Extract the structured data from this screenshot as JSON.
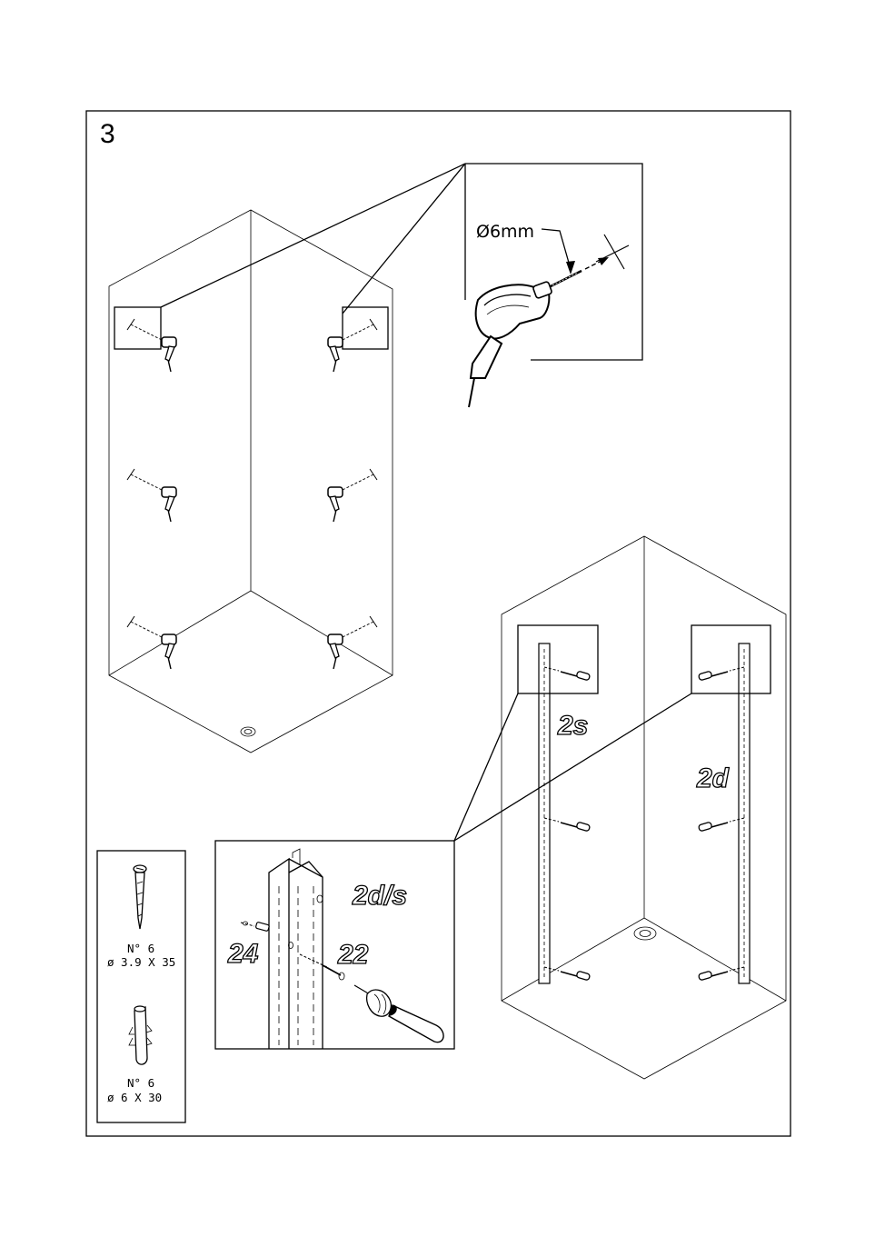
{
  "step": {
    "number": "3"
  },
  "drill": {
    "diameter_label": "Ø6mm"
  },
  "parts": {
    "upright_left": "2s",
    "upright_right": "2d",
    "upright_both": "2d/s",
    "dowel": "24",
    "screw": "22"
  },
  "hardware": [
    {
      "qty": "N° 6",
      "size": "ø 3.9 X 35"
    },
    {
      "qty": "N° 6",
      "size": "ø 6 X 30"
    }
  ]
}
